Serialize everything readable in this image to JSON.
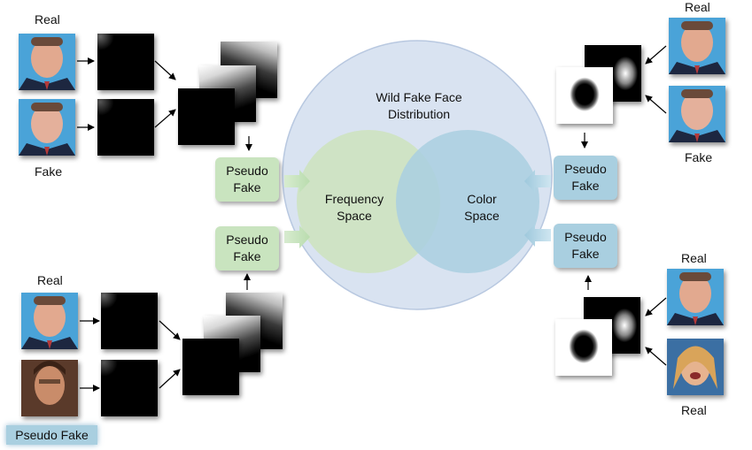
{
  "labels": {
    "tl_real": "Real",
    "tl_fake": "Fake",
    "bl_real": "Real",
    "tr_real": "Real",
    "tr_fake": "Fake",
    "br_real_top": "Real",
    "br_real_bottom": "Real",
    "pseudo_fake_tag": "Pseudo Fake"
  },
  "circle": {
    "title_line1": "Wild Fake Face",
    "title_line2": "Distribution",
    "left_line1": "Frequency",
    "left_line2": "Space",
    "right_line1": "Color",
    "right_line2": "Space"
  },
  "pseudo_boxes": {
    "line1": "Pseudo",
    "line2": "Fake"
  },
  "colors": {
    "green_fill": "#c9e4bf",
    "blue_fill": "#a9cfe0",
    "outer_circle": "#d9e3f1",
    "green_circle": "#cfe3c2",
    "blue_circle": "#a9cfe0"
  }
}
